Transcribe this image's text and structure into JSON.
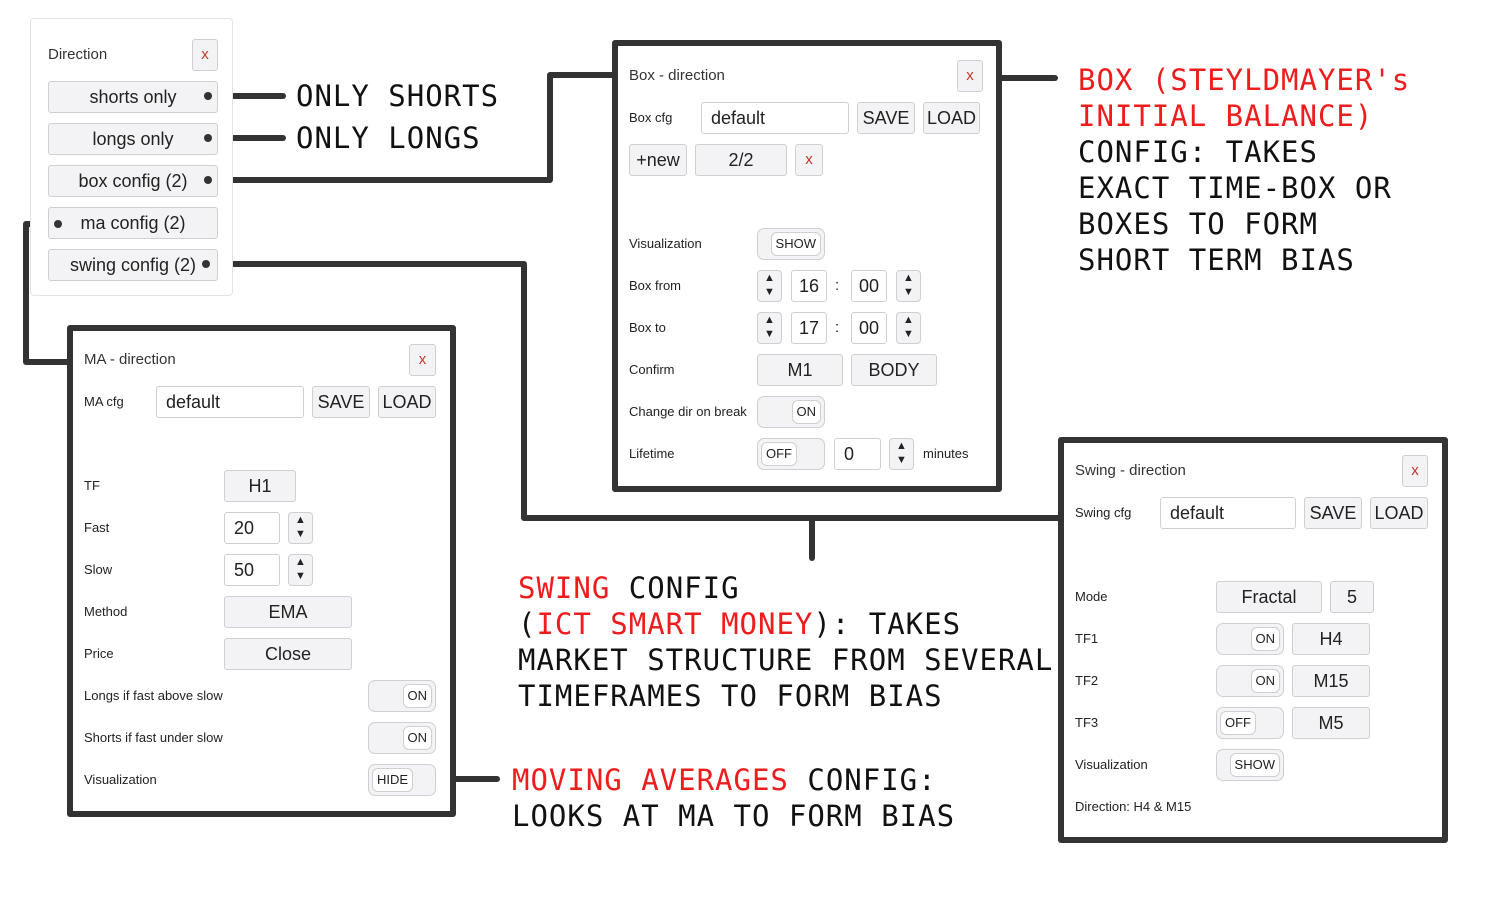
{
  "direction_panel": {
    "title": "Direction",
    "close": "x",
    "buttons": [
      "shorts only",
      "longs only",
      "box config (2)",
      "ma config (2)",
      "swing config (2)"
    ]
  },
  "annotations": {
    "shorts": "ONLY SHORTS",
    "longs": "ONLY LONGS",
    "box": {
      "red1": "BOX (STEYLDMAYER's",
      "red2": "INITIAL BALANCE)",
      "rest": [
        "CONFIG: TAKES",
        "EXACT TIME-BOX OR",
        "BOXES TO FORM",
        "SHORT TERM BIAS"
      ]
    },
    "swing": {
      "red1": "SWING",
      "l1": " CONFIG",
      "p_open": "(",
      "red2": "ICT SMART MONEY",
      "l2": "): TAKES",
      "rest": [
        "MARKET STRUCTURE FROM SEVERAL",
        "TIMEFRAMES TO FORM BIAS"
      ]
    },
    "ma": {
      "red": "MOVING AVERAGES",
      "l1": " CONFIG:",
      "l2": "LOOKS AT MA TO FORM BIAS"
    }
  },
  "box_panel": {
    "title": "Box - direction",
    "close": "x",
    "cfg_label": "Box cfg",
    "cfg_value": "default",
    "save": "SAVE",
    "load": "LOAD",
    "new": "+new",
    "page": "2/2",
    "del": "x",
    "visualization_label": "Visualization",
    "visualization": "SHOW",
    "box_from_label": "Box from",
    "from_h": "16",
    "from_m": "00",
    "box_to_label": "Box to",
    "to_h": "17",
    "to_m": "00",
    "colon": ":",
    "confirm_label": "Confirm",
    "confirm_tf": "M1",
    "confirm_type": "BODY",
    "change_dir_label": "Change dir on break",
    "change_dir": "ON",
    "lifetime_label": "Lifetime",
    "lifetime_toggle": "OFF",
    "lifetime_value": "0",
    "lifetime_unit": "minutes"
  },
  "ma_panel": {
    "title": "MA - direction",
    "close": "x",
    "cfg_label": "MA cfg",
    "cfg_value": "default",
    "save": "SAVE",
    "load": "LOAD",
    "tf_label": "TF",
    "tf": "H1",
    "fast_label": "Fast",
    "fast": "20",
    "slow_label": "Slow",
    "slow": "50",
    "method_label": "Method",
    "method": "EMA",
    "price_label": "Price",
    "price": "Close",
    "longs_label": "Longs if fast above slow",
    "longs": "ON",
    "shorts_label": "Shorts if fast under slow",
    "shorts": "ON",
    "visualization_label": "Visualization",
    "visualization": "HIDE"
  },
  "swing_panel": {
    "title": "Swing - direction",
    "close": "x",
    "cfg_label": "Swing cfg",
    "cfg_value": "default",
    "save": "SAVE",
    "load": "LOAD",
    "mode_label": "Mode",
    "mode": "Fractal",
    "mode_value": "5",
    "tf1_label": "TF1",
    "tf1_toggle": "ON",
    "tf1": "H4",
    "tf2_label": "TF2",
    "tf2_toggle": "ON",
    "tf2": "M15",
    "tf3_label": "TF3",
    "tf3_toggle": "OFF",
    "tf3": "M5",
    "visualization_label": "Visualization",
    "visualization": "SHOW",
    "direction_text": "Direction: H4 & M15"
  },
  "arrows": {
    "up": "▲",
    "down": "▼"
  }
}
